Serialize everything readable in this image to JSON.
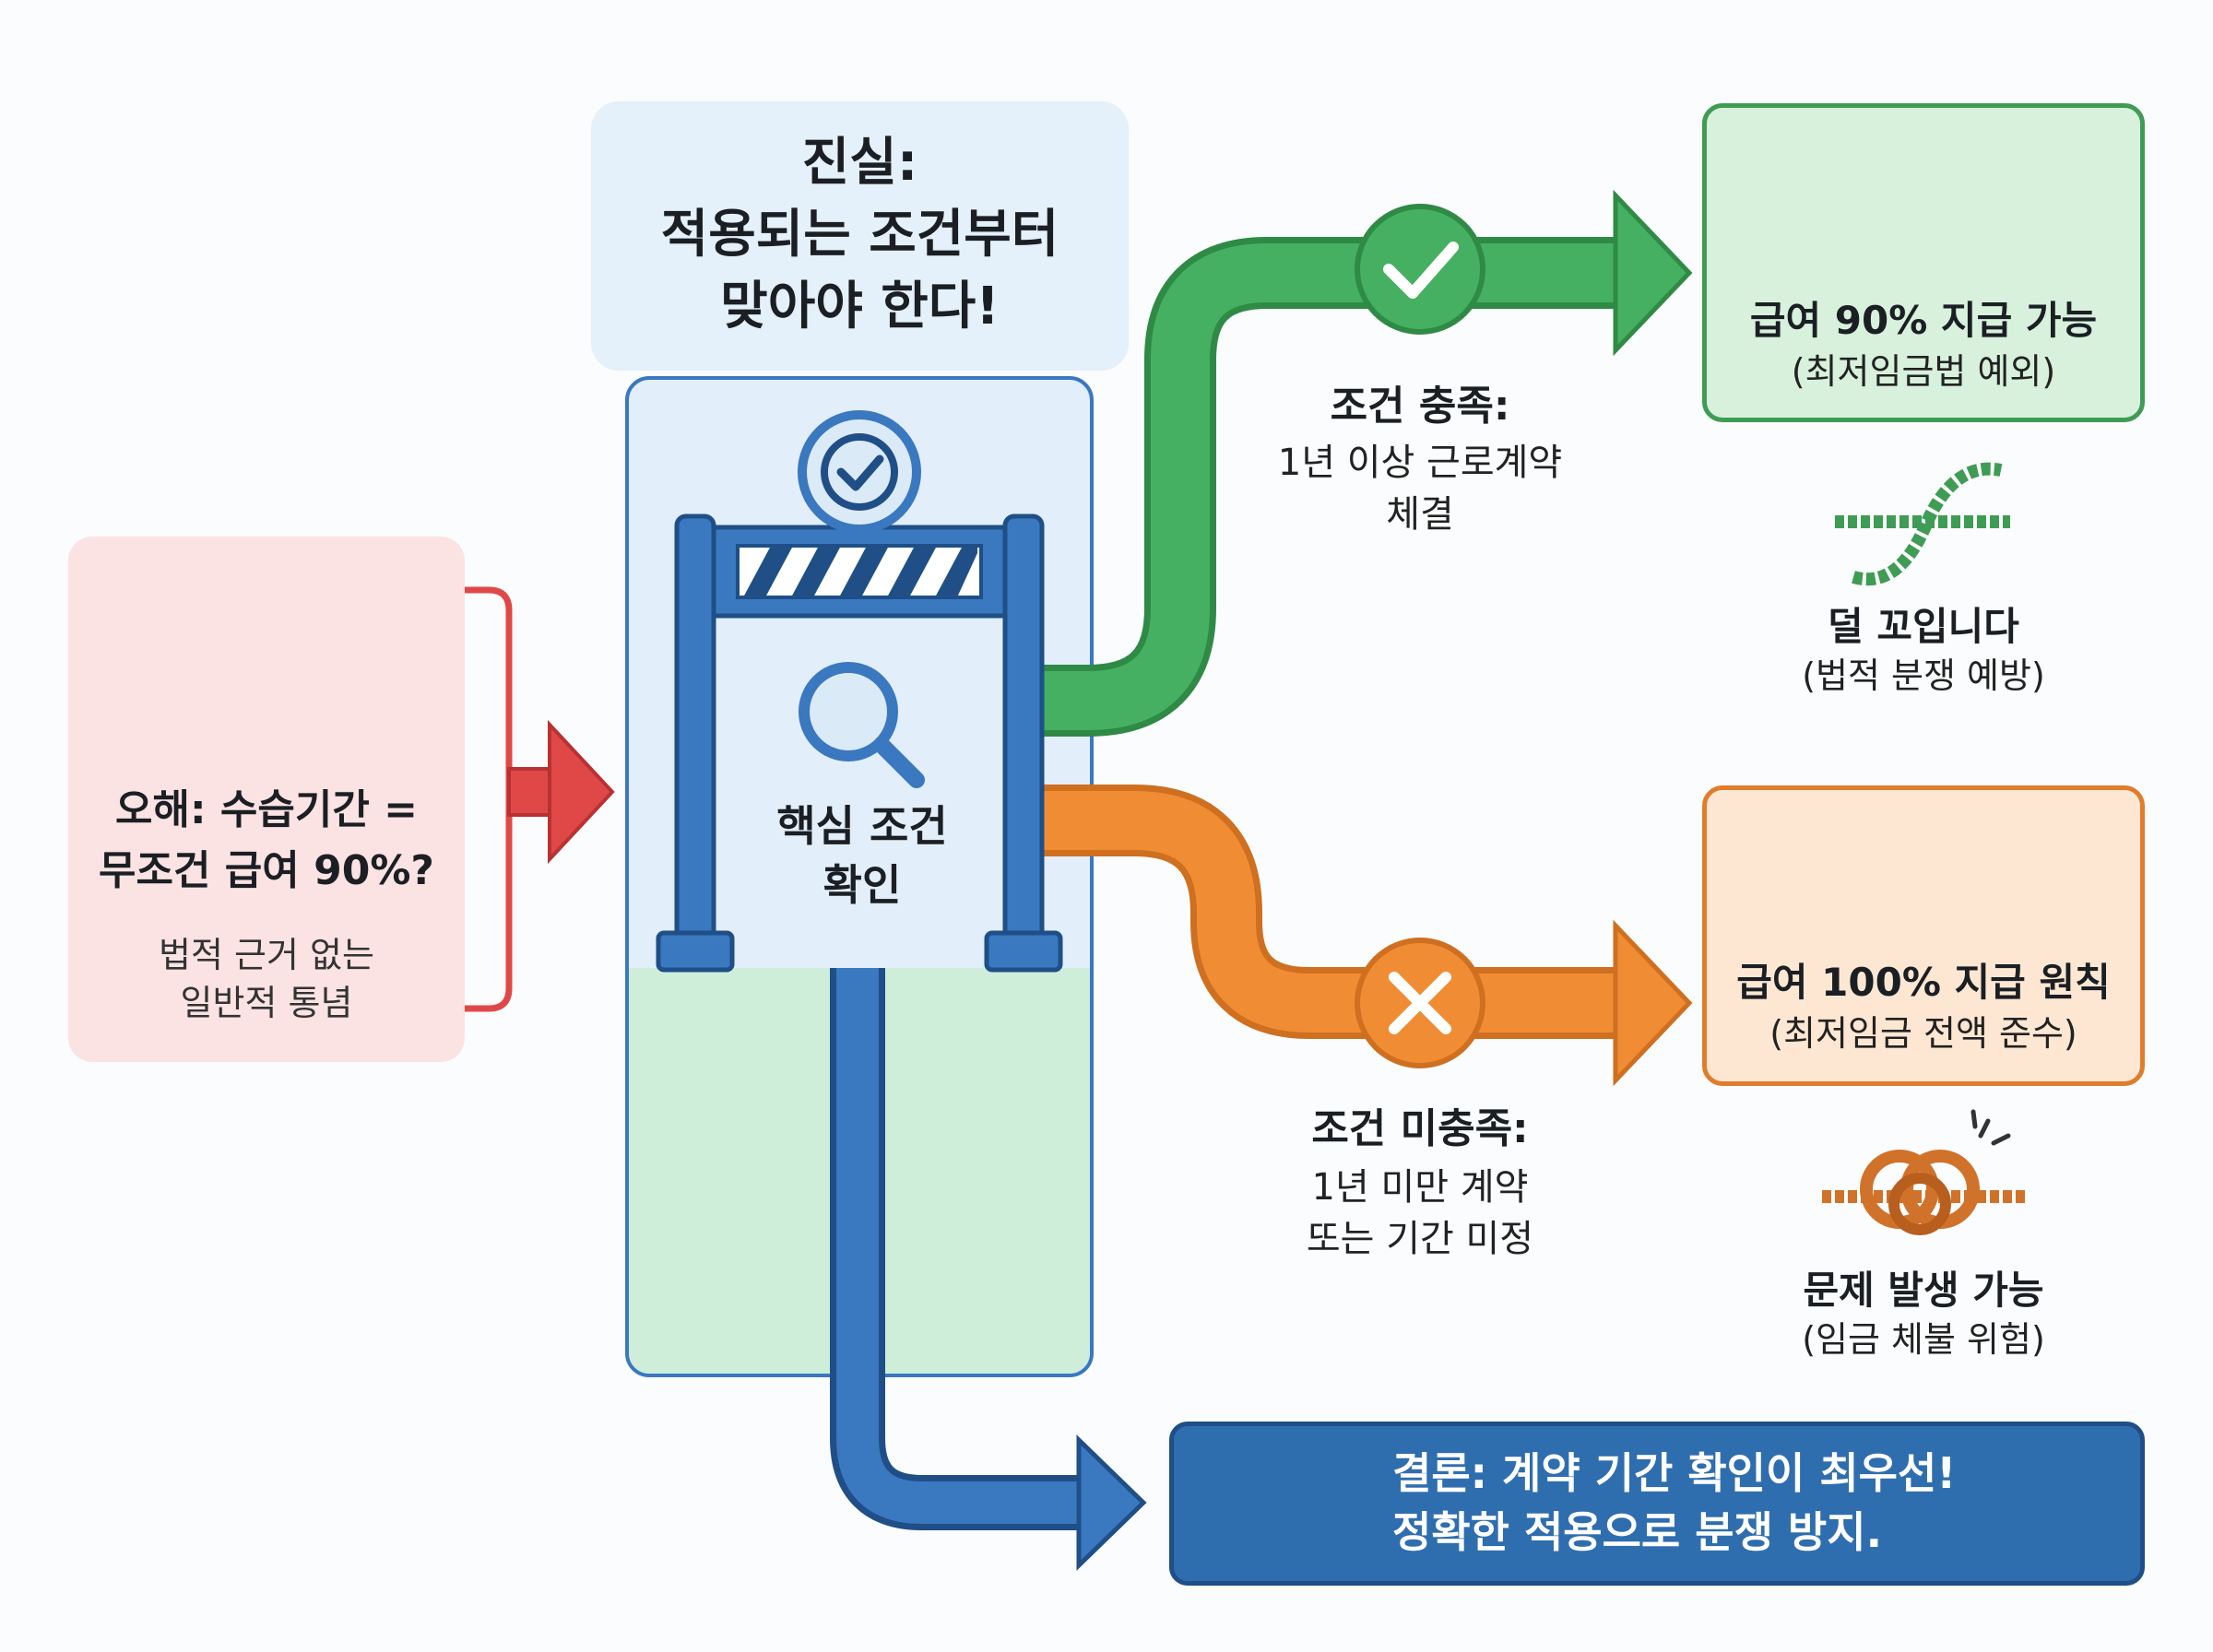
{
  "colors": {
    "myth_red": "#e04848",
    "truth_blue": "#3a78c0",
    "met_green": "#3fa55a",
    "unmet_orange": "#ef8a2f",
    "conclusion_blue": "#2f6eae"
  },
  "truth": {
    "line1": "진실:",
    "line2": "적용되는 조건부터",
    "line3": "맞아야 한다!"
  },
  "myth": {
    "title_line1": "오해: 수습기간 =",
    "title_line2": "무조건 급여 90%?",
    "sub_line1": "법적 근거 없는",
    "sub_line2": "일반적 통념",
    "icons": [
      "no-money-icon",
      "question-mark-icon"
    ]
  },
  "gate": {
    "label_line1": "핵심 조건",
    "label_line2": "확인",
    "icons": [
      "check-badge-icon",
      "gate-icon",
      "magnifier-icon"
    ]
  },
  "met": {
    "title": "조건 충족:",
    "desc_line1": "1년 이상 근로계약",
    "desc_line2": "체결",
    "icon": "check-circle-icon"
  },
  "unmet": {
    "title": "조건 미충족:",
    "desc_line1": "1년 미만 계약",
    "desc_line2": "또는 기간 미정",
    "icon": "x-circle-icon"
  },
  "outcome_met": {
    "title": "급여 90% 지급 가능",
    "sub": "(최저임금법 예외)",
    "icon": "handshake-money-icon"
  },
  "outcome_unmet": {
    "title": "급여 100% 지급 원칙",
    "sub": "(최저임금 전액 준수)",
    "icon": "warning-money-icon"
  },
  "less_tangle": {
    "title": "덜 꼬입니다",
    "sub": "(법적 분쟁 예방)",
    "icon": "loose-rope-icon"
  },
  "problem": {
    "title": "문제 발생 가능",
    "sub": "(임금 체불 위험)",
    "icon": "knotted-rope-icon"
  },
  "conclusion": {
    "line1": "결론: 계약 기간 확인이 최우선!",
    "line2": "정확한 적용으로 분쟁 방지.",
    "icon": "scales-icon"
  }
}
